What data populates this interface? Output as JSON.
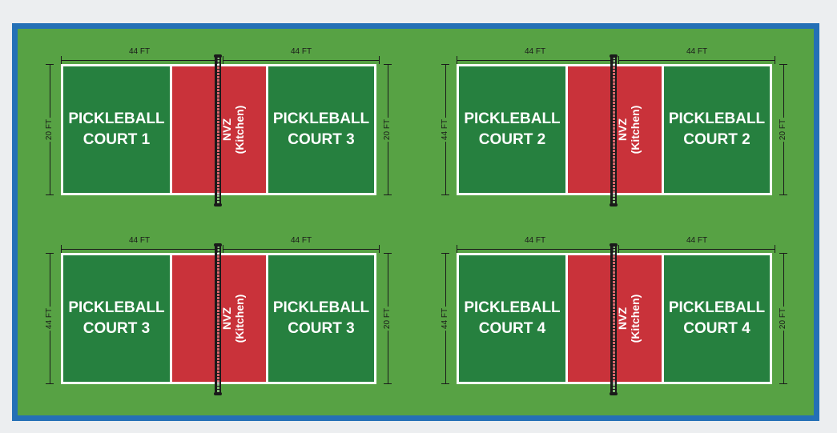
{
  "courts": [
    {
      "left_label": [
        "PICKLEBALL",
        "COURT 1"
      ],
      "right_label": [
        "PICKLEBALL",
        "COURT 3"
      ],
      "kitchen_label": [
        "NVZ",
        "(Kitchen)"
      ],
      "top_left_dim": "44 FT",
      "top_right_dim": "44 FT",
      "left_dim": "20 FT",
      "right_dim": "20 FT"
    },
    {
      "left_label": [
        "PICKLEBALL",
        "COURT 2"
      ],
      "right_label": [
        "PICKLEBALL",
        "COURT 2"
      ],
      "kitchen_label": [
        "NVZ",
        "(Kitchen)"
      ],
      "top_left_dim": "44 FT",
      "top_right_dim": "44 FT",
      "left_dim": "44 FT",
      "right_dim": "20 FT"
    },
    {
      "left_label": [
        "PICKLEBALL",
        "COURT 3"
      ],
      "right_label": [
        "PICKLEBALL",
        "COURT 3"
      ],
      "kitchen_label": [
        "NVZ",
        "(Kitchen)"
      ],
      "top_left_dim": "44 FT",
      "top_right_dim": "44 FT",
      "left_dim": "44 FT",
      "right_dim": "20 FT"
    },
    {
      "left_label": [
        "PICKLEBALL",
        "COURT 4"
      ],
      "right_label": [
        "PICKLEBALL",
        "COURT 4"
      ],
      "kitchen_label": [
        "NVZ",
        "(Kitchen)"
      ],
      "top_left_dim": "44 FT",
      "top_right_dim": "44 FT",
      "left_dim": "44 FT",
      "right_dim": "20 FT"
    }
  ],
  "colors": {
    "frame_border": "#2470b6",
    "grass": "#57a244",
    "court": "#26803f",
    "kitchen": "#c9323a",
    "lines": "#ffffff"
  }
}
